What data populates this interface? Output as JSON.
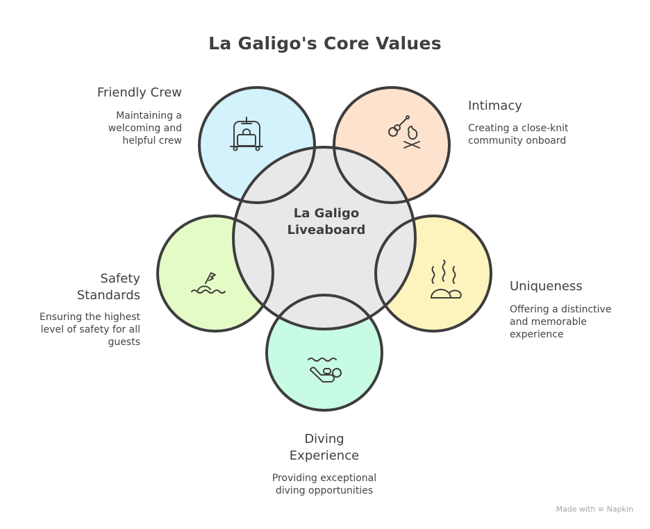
{
  "title": "La Galigo's Core Values",
  "hub": {
    "line1": "La Galigo",
    "line2": "Liveaboard",
    "color": "#e8e8e8"
  },
  "values": [
    {
      "id": "friendly-crew",
      "title": "Friendly Crew",
      "description": [
        "Maintaining a",
        "welcoming and",
        "helpful crew"
      ],
      "icon": "luggage-cart-icon",
      "color": "#d3f2fc"
    },
    {
      "id": "intimacy",
      "title": "Intimacy",
      "description": [
        "Creating a close-knit",
        "community onboard"
      ],
      "icon": "guitar-campfire-icon",
      "color": "#fde3cd"
    },
    {
      "id": "uniqueness",
      "title": "Uniqueness",
      "description": [
        "Offering a distinctive",
        "and memorable",
        "experience"
      ],
      "icon": "hot-stones-icon",
      "color": "#fdf4bd"
    },
    {
      "id": "diving-experience",
      "title": [
        "Diving",
        "Experience"
      ],
      "description": [
        "Providing exceptional",
        "diving opportunities"
      ],
      "icon": "swimmer-icon",
      "color": "#c8fbe3"
    },
    {
      "id": "safety-standards",
      "title": [
        "Safety",
        "Standards"
      ],
      "description": [
        "Ensuring the highest",
        "level of safety for all",
        "guests"
      ],
      "icon": "buoy-flag-icon",
      "color": "#e5fbc6"
    }
  ],
  "footer": {
    "text": "Made with",
    "brand": "Napkin"
  }
}
